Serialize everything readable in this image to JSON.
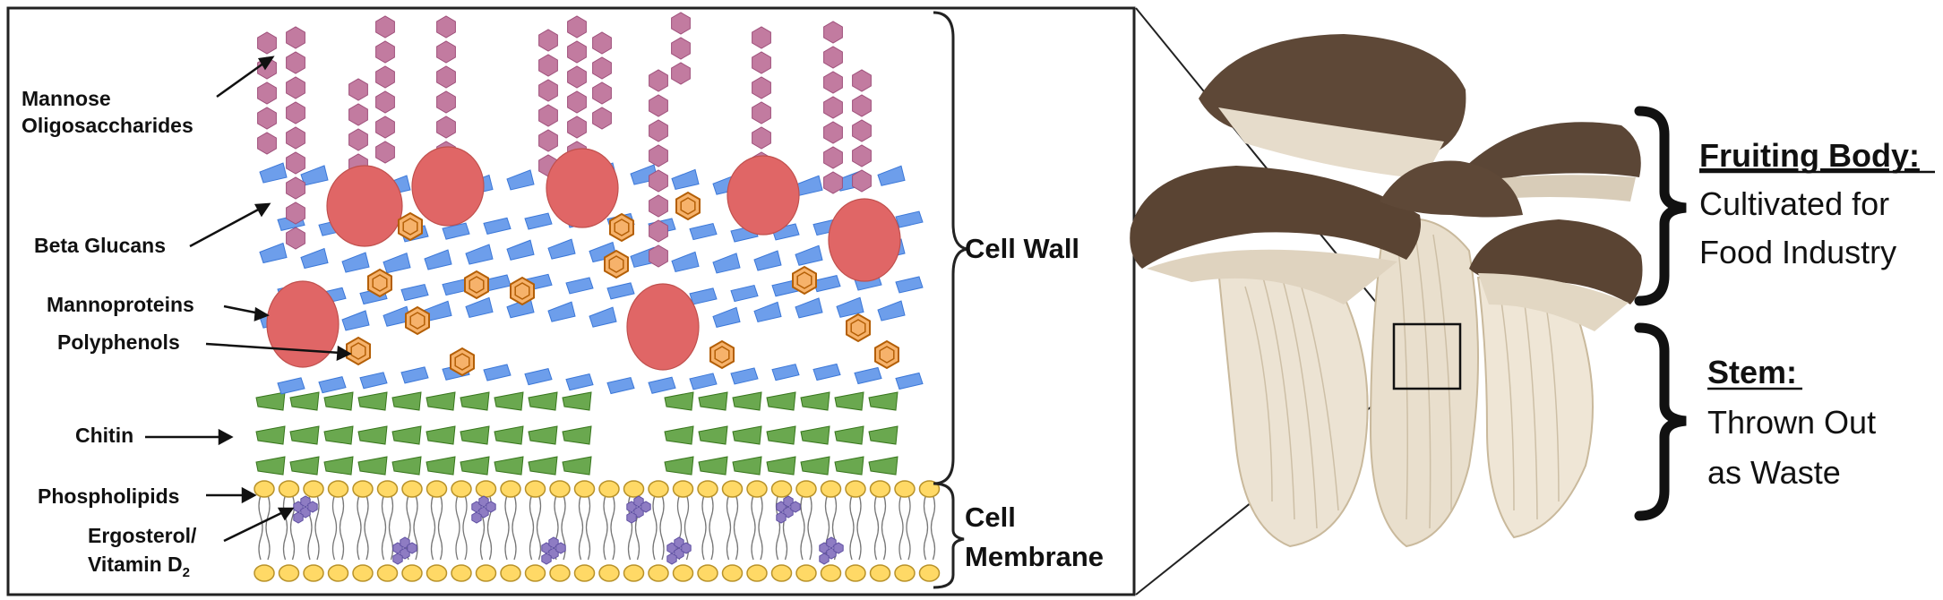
{
  "left_labels": {
    "mannose_line1": "Mannose",
    "mannose_line2": "Oligosaccharides",
    "beta_glucans": "Beta Glucans",
    "mannoproteins": "Mannoproteins",
    "polyphenols": "Polyphenols",
    "chitin": "Chitin",
    "phospholipids": "Phospholipids",
    "ergosterol_line1": "Ergosterol/",
    "ergosterol_line2": "Vitamin D",
    "ergosterol_sub": "2"
  },
  "layer_labels": {
    "cell_wall": "Cell Wall",
    "cell_membrane_line1": "Cell",
    "cell_membrane_line2": "Membrane"
  },
  "right_labels": {
    "fruiting_title": "Fruiting Body:",
    "fruiting_line1": "Cultivated for",
    "fruiting_line2": "Food Industry",
    "stem_title": "Stem:",
    "stem_line1": "Thrown Out",
    "stem_line2": "as Waste"
  },
  "colors": {
    "mannose": "#c27ba0",
    "mannoprotein": "#e06666",
    "beta_glucan": "#6d9eeb",
    "polyphenol": "#f6b26b",
    "chitin": "#6aa84f",
    "phospholipid": "#ffd966",
    "ergosterol": "#8e7cc3",
    "mushroom_cap": "#5b4636",
    "mushroom_stem": "#ece3d3"
  }
}
